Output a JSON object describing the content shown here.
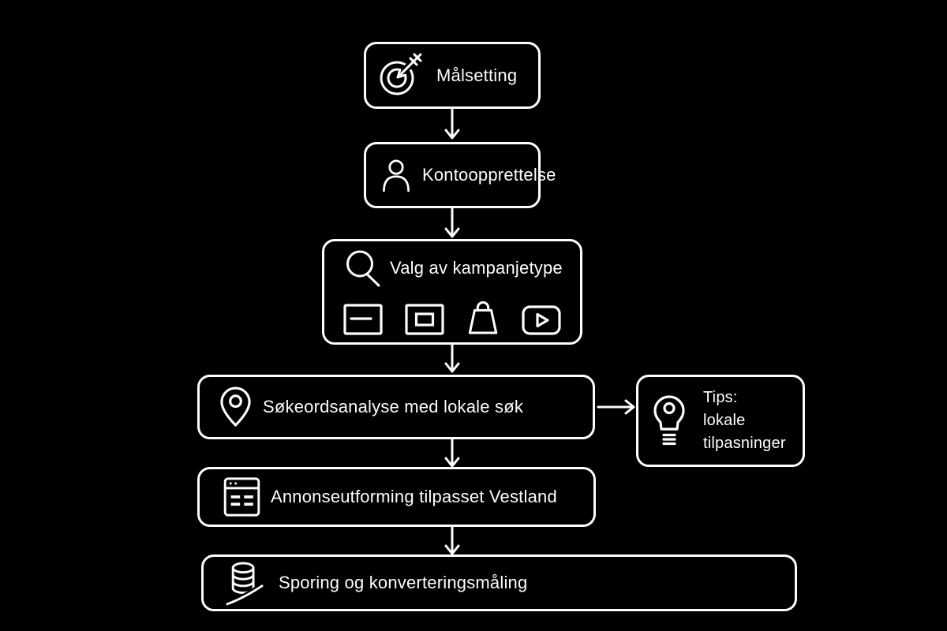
{
  "theme": {
    "background": "#000000",
    "line_color": "#fdfdfd",
    "text_color": "#fdfdfd"
  },
  "diagram": {
    "type": "flowchart",
    "direction": "top-down",
    "nodes": [
      {
        "id": "goal",
        "label": "Målsetting",
        "icon": "target-icon"
      },
      {
        "id": "account",
        "label": "Kontoopprettelse",
        "icon": "person-icon"
      },
      {
        "id": "campaign",
        "label": "Valg av kampanjetype",
        "icon": "magnifier-icon",
        "sub_icons": [
          "text-ad-icon",
          "display-ad-icon",
          "shopping-bag-icon",
          "video-ad-icon"
        ]
      },
      {
        "id": "keywords",
        "label": "Søkeordsanalyse med lokale søk",
        "icon": "map-pin-icon"
      },
      {
        "id": "tips",
        "lines": [
          "Tips:",
          "lokale",
          "tilpasninger"
        ],
        "icon": "lightbulb-icon"
      },
      {
        "id": "ads",
        "label": "Annonseutforming tilpasset Vestland",
        "icon": "browser-ad-icon"
      },
      {
        "id": "tracking",
        "label": "Sporing og konverteringsmåling",
        "icon": "database-icon"
      }
    ],
    "edges": [
      {
        "from": "goal",
        "to": "account",
        "direction": "down"
      },
      {
        "from": "account",
        "to": "campaign",
        "direction": "down"
      },
      {
        "from": "campaign",
        "to": "keywords",
        "direction": "down"
      },
      {
        "from": "keywords",
        "to": "tips",
        "direction": "right"
      },
      {
        "from": "keywords",
        "to": "ads",
        "direction": "down"
      },
      {
        "from": "ads",
        "to": "tracking",
        "direction": "down"
      }
    ]
  }
}
